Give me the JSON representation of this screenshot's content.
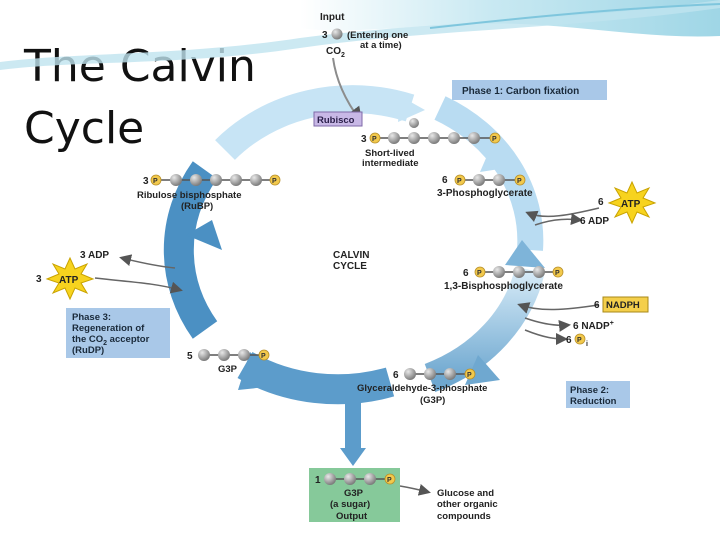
{
  "slide": {
    "title_line1": "The Calvin",
    "title_line2": "Cycle"
  },
  "diagram": {
    "input_label": "Input",
    "input_count": "3",
    "co2": "CO",
    "co2_sub": "2",
    "entering_line1": "(Entering one",
    "entering_line2": "at a time)",
    "rubisco": "Rubisco",
    "phase1": "Phase 1: Carbon fixation",
    "intermediate_count": "3",
    "short_lived_line1": "Short-lived",
    "short_lived_line2": "intermediate",
    "pga_count": "6",
    "pga_label": "3-Phosphoglycerate",
    "atp_in_count": "6",
    "atp": "ATP",
    "adp_out": "6 ADP",
    "calvin_line1": "CALVIN",
    "calvin_line2": "CYCLE",
    "bpg_count": "6",
    "bpg_label": "1,3-Bisphosphoglycerate",
    "nadph_count": "6",
    "nadph": "NADPH",
    "nadp_out": "6 NADP",
    "nadp_sup": "+",
    "pi_count": "6",
    "pi_sub": "i",
    "phase2_line1": "Phase 2:",
    "phase2_line2": "Reduction",
    "g3p_count": "6",
    "g3p_line1": "Glyceraldehyde-3-phosphate",
    "g3p_line2": "(G3P)",
    "rubp_count": "3",
    "rubp_line1": "Ribulose bisphosphate",
    "rubp_line2": "(RuBP)",
    "adp3": "3 ADP",
    "atp3_count": "3",
    "phase3_line1": "Phase 3:",
    "phase3_line2": "Regeneration of",
    "phase3_line3a": "the CO",
    "phase3_line3_sub": "2",
    "phase3_line3b": " acceptor",
    "phase3_line4": "(RuDP)",
    "g3p5_count": "5",
    "g3p5_label": "G3P",
    "output_count": "1",
    "output_line1": "G3P",
    "output_line2": "(a sugar)",
    "output_line3": "Output",
    "glucose_line1": "Glucose and",
    "glucose_line2": "other organic",
    "glucose_line3": "compounds",
    "p": "P"
  },
  "colors": {
    "arrow_blue": "#7eb4d9",
    "arrow_dark": "#3f84b8",
    "phase_box": "#a9c8e8",
    "output_box": "#86c99a",
    "atp_star": "#f7d31e",
    "nadph_box": "#f4cf4b",
    "phosphate": "#f2c94c",
    "carbon": "#9a9a9a"
  }
}
